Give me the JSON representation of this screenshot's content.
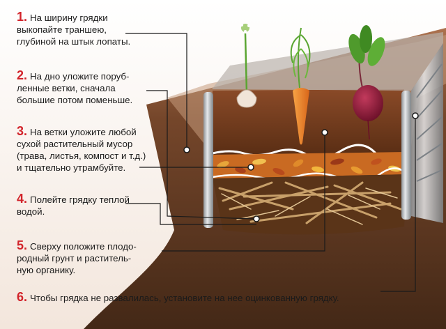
{
  "steps": [
    {
      "number": "1",
      "lines": [
        "На ширину грядки",
        "выкопайте траншею,",
        "глубиной на штык лопаты."
      ]
    },
    {
      "number": "2",
      "lines": [
        "На дно уложите поруб-",
        "ленные ветки, сначала",
        "большие потом поменьше."
      ]
    },
    {
      "number": "3",
      "lines": [
        "На ветки уложите любой",
        "сухой растительный мусор",
        "(трава, листья, компост и т.д.)",
        "и тщательно утрамбуйте."
      ]
    },
    {
      "number": "4",
      "lines": [
        "Полейте грядку теплой",
        "водой."
      ]
    },
    {
      "number": "5",
      "lines": [
        "Сверху положите плодо-",
        "родный грунт и раститель-",
        "ную органику."
      ]
    },
    {
      "number": "6",
      "lines": [
        "Чтобы грядка не развалилась, установите на нее оцинкованную грядку."
      ]
    }
  ],
  "plants": [
    "garlic",
    "carrot",
    "beet"
  ],
  "colors": {
    "accent_red": "#d2232a",
    "soil_dark": "#4a2812",
    "soil_mid": "#6b3a1c",
    "topsoil": "#7a3e1e",
    "leaves": "#d8822a",
    "branches": "#b08a5a",
    "metal": "#b8bcc0",
    "carrot": "#f08a24",
    "beet": "#8e1a3a",
    "greens": "#5aa531"
  }
}
